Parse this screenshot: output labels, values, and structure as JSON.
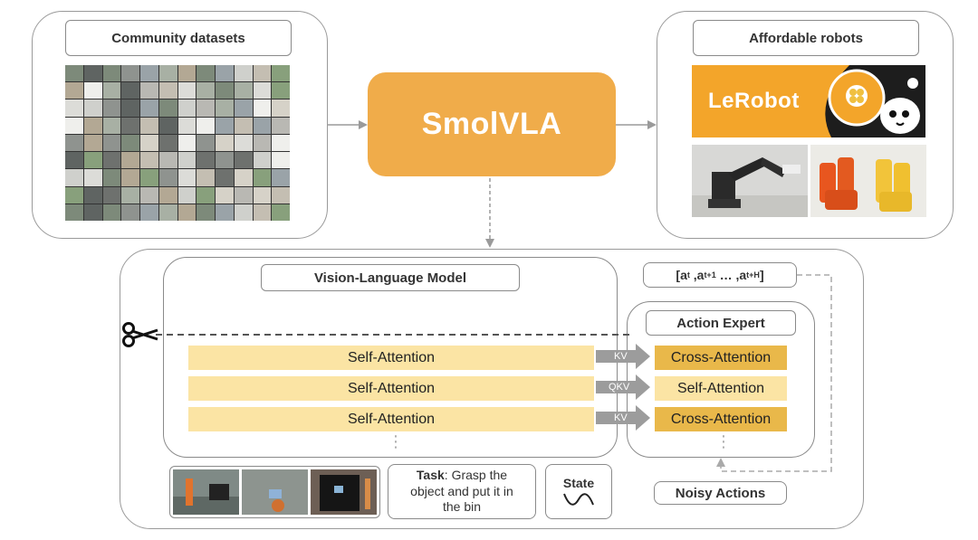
{
  "community": {
    "label": "Community datasets"
  },
  "center": {
    "label": "SmolVLA"
  },
  "robots": {
    "label": "Affordable robots",
    "logo_text": "LeRobot"
  },
  "vlm": {
    "label": "Vision-Language Model",
    "layers": [
      "Self-Attention",
      "Self-Attention",
      "Self-Attention"
    ],
    "dots": "⋮"
  },
  "action_expert": {
    "label": "Action Expert",
    "layers": [
      "Cross-Attention",
      "Self-Attention",
      "Cross-Attention"
    ],
    "dots": "⋮"
  },
  "arrows": [
    "KV",
    "QKV",
    "KV"
  ],
  "action_output": {
    "a": "a",
    "sub_t": "t",
    "sub_t1": "t+1",
    "sub_tH": "t+H",
    "dots": "…"
  },
  "inputs": {
    "task_bold": "Task",
    "task_text": ": Grasp the object and put it in the bin",
    "state_label": "State",
    "noisy_label": "Noisy Actions"
  },
  "colors": {
    "smolvla": "#f0ac4a",
    "lerobot": "#f3a52a",
    "self_attention": "#fbe4a4",
    "cross_attention": "#e9b84a",
    "panel_border": "#9a9a9a"
  }
}
